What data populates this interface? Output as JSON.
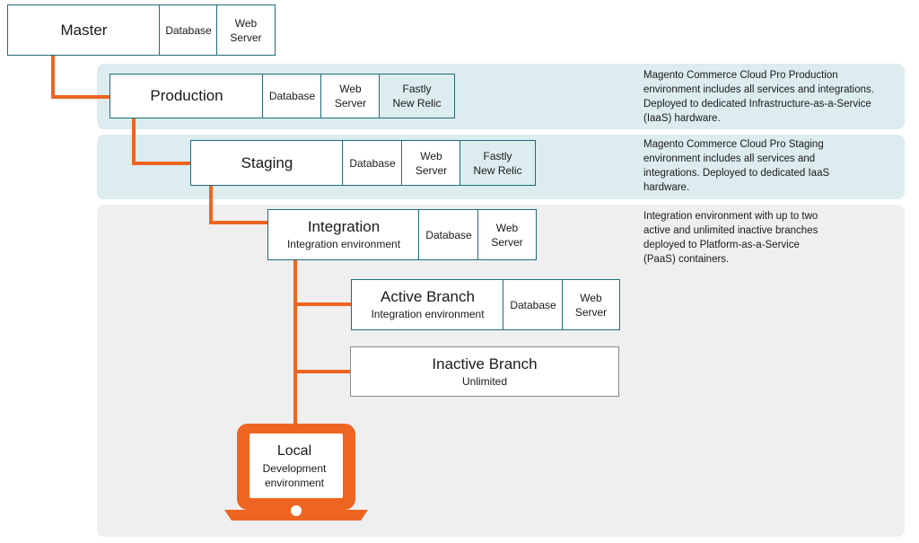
{
  "colors": {
    "connector": "#ee6521",
    "box_border": "#1e6b7b",
    "panel_blue": "#dcecef",
    "panel_gray": "#efefef"
  },
  "master": {
    "title": "Master",
    "database": "Database",
    "web_server": "Web\nServer"
  },
  "production": {
    "title": "Production",
    "database": "Database",
    "web_server": "Web\nServer",
    "extras": "Fastly\nNew Relic",
    "description": "Magento Commerce Cloud Pro Production\nenvironment includes all services and integrations.\nDeployed to dedicated Infrastructure-as-a-Service\n(IaaS) hardware."
  },
  "staging": {
    "title": "Staging",
    "database": "Database",
    "web_server": "Web\nServer",
    "extras": "Fastly\nNew Relic",
    "description": "Magento Commerce Cloud Pro Staging\nenvironment includes all services and\nintegrations. Deployed to dedicated IaaS\nhardware."
  },
  "integration": {
    "title": "Integration",
    "subtitle": "Integration environment",
    "database": "Database",
    "web_server": "Web\nServer",
    "description": "Integration environment with up to two\nactive and unlimited inactive branches\ndeployed to Platform-as-a-Service\n(PaaS) containers."
  },
  "active_branch": {
    "title": "Active Branch",
    "subtitle": "Integration environment",
    "database": "Database",
    "web_server": "Web\nServer"
  },
  "inactive_branch": {
    "title": "Inactive Branch",
    "subtitle": "Unlimited"
  },
  "local": {
    "title": "Local",
    "subtitle": "Development\nenvironment",
    "icon": "laptop-icon"
  }
}
